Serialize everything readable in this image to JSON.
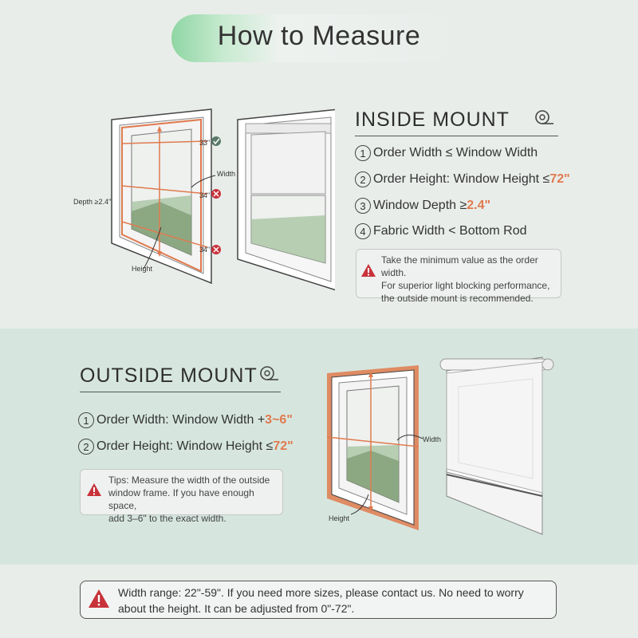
{
  "title": "How to Measure",
  "inside_mount": {
    "heading": "INSIDE MOUNT",
    "items": [
      {
        "num": "1",
        "text": "Order Width ≤ Window Width",
        "highlight": ""
      },
      {
        "num": "2",
        "text": "Order Height: Window Height ≤ ",
        "highlight": "72\""
      },
      {
        "num": "3",
        "text": "Window Depth ≥ ",
        "highlight": "2.4\""
      },
      {
        "num": "4",
        "text": "Fabric Width < Bottom Rod",
        "highlight": ""
      }
    ],
    "note": [
      "Take the minimum value as the order width.",
      "For superior light blocking performance,",
      "the outside mount is recommended."
    ],
    "diagram_labels": {
      "top_measure": "33\"",
      "mid_measure": "34\"",
      "bottom_measure": "34\"",
      "width": "Width",
      "depth": "Depth ≥2.4\"",
      "height": "Height"
    }
  },
  "outside_mount": {
    "heading": "OUTSIDE MOUNT",
    "items": [
      {
        "num": "1",
        "text": "Order Width: Window Width + ",
        "highlight": "3~6\""
      },
      {
        "num": "2",
        "text": "Order Height: Window Height ≤ ",
        "highlight": "72\""
      }
    ],
    "note": [
      "Tips: Measure the width of the outside",
      "window frame. If you have enough space,",
      "add 3–6\" to the exact width."
    ],
    "diagram_labels": {
      "width": "Width",
      "height": "Height"
    }
  },
  "bottom_notice": {
    "text": "Width range: 22\"-59\". If you need more sizes, please contact us. No need to worry about the height. It can be adjusted from 0\"-72\"."
  },
  "colors": {
    "accent": "#e07a4e",
    "warning": "#c8323a",
    "check": "#5a7a6a",
    "mint": "#d6e6df"
  }
}
